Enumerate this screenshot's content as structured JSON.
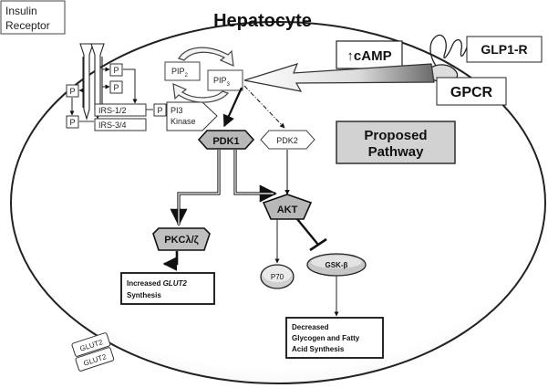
{
  "title": "Hepatocyte",
  "receptors": {
    "insulin_line1": "Insulin",
    "insulin_line2": "Receptor",
    "glp1r": "GLP1-R",
    "gpcr": "GPCR"
  },
  "camp": {
    "arrow_glyph": "↑",
    "label": "cAMP"
  },
  "phospho": "P",
  "irs": {
    "irs12": "IRS-1/2",
    "irs34": "IRS-3/4"
  },
  "pi3k": {
    "line1": "PI3",
    "line2": "Kinase"
  },
  "pip2": {
    "base": "PIP",
    "sub": "2"
  },
  "pip3": {
    "base": "PIP",
    "sub": "3"
  },
  "proposed": {
    "line1": "Proposed",
    "line2": "Pathway"
  },
  "nodes": {
    "pdk1": "PDK1",
    "pdk2": "PDK2",
    "akt": "AKT",
    "pkc": "PKCλ/ζ",
    "p70": "P70",
    "gsk": "GSK-β"
  },
  "outcomes": {
    "glut2_line1_pre": "Increased ",
    "glut2_line1_italic": "GLUT2",
    "glut2_line2": "Synthesis",
    "glycogen_line1": "Decreased",
    "glycogen_line2": "Glycogen and Fatty",
    "glycogen_line3": "Acid Synthesis"
  },
  "glut2_boxes": [
    "GLUT2",
    "GLUT2"
  ],
  "colors": {
    "stroke": "#111111",
    "node_fill": "#b8b8b8",
    "proposed_fill": "#d2d2d2",
    "camp_arrow_fill": "#f2f2f2",
    "camp_arrow_dark": "#555555"
  }
}
